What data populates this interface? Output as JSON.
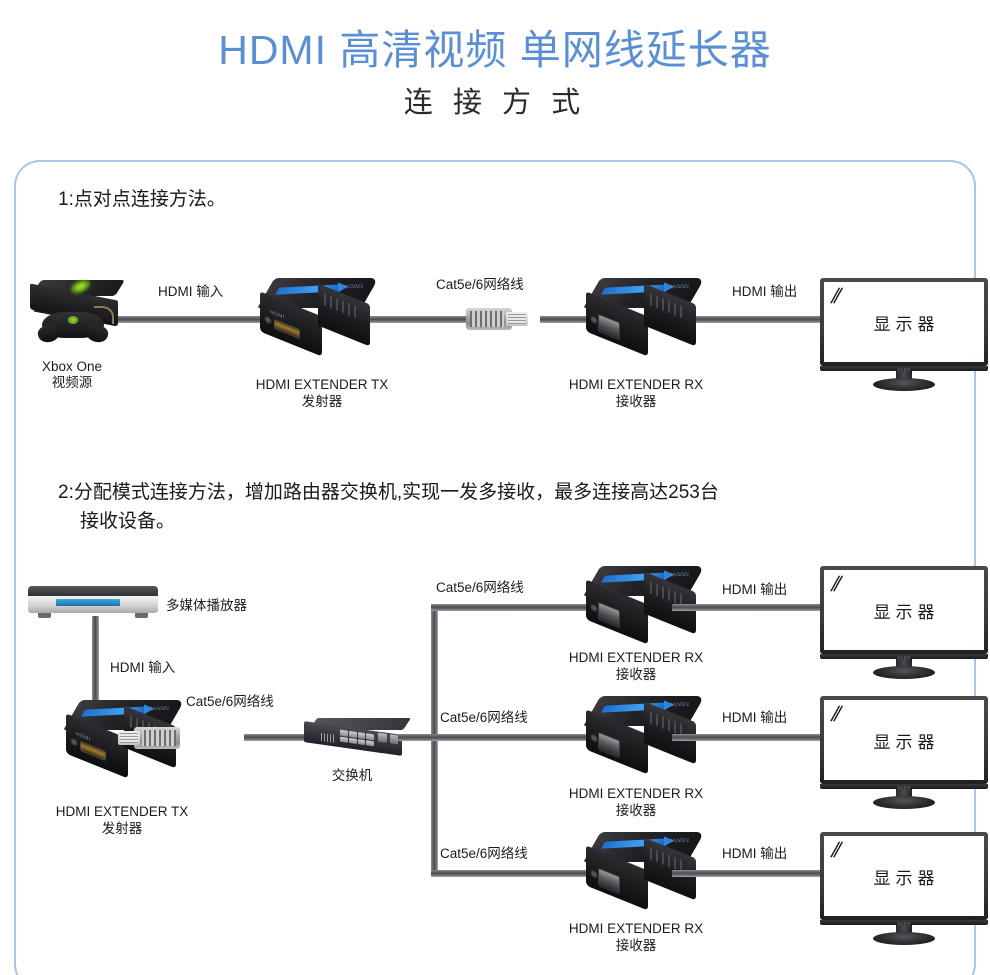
{
  "header": {
    "title_main": "HDMI 高清视频 单网线延长器",
    "title_sub": "连 接 方 式",
    "title_color": "#5b8fd4",
    "panel_border_color": "#a9c6ea"
  },
  "section1": {
    "heading": "1:点对点连接方法。",
    "source": {
      "name": "Xbox One",
      "role": "视频源"
    },
    "hdmi_in_label": "HDMI 输入",
    "tx": {
      "model": "HDMI EXTENDER TX",
      "role": "发射器"
    },
    "cable_label": "Cat5e/6网络线",
    "rx": {
      "model": "HDMI EXTENDER RX",
      "role": "接收器"
    },
    "hdmi_out_label": "HDMI 输出",
    "display_label": "显示器"
  },
  "section2": {
    "heading_line1": "2:分配模式连接方法，增加路由器交换机,实现一发多接收，最多连接高达253台",
    "heading_line2": "接收设备。",
    "max_receivers": "253",
    "source_label": "多媒体播放器",
    "hdmi_in_label": "HDMI 输入",
    "tx": {
      "model": "HDMI EXTENDER TX",
      "role": "发射器"
    },
    "cable_label_tx": "Cat5e/6网络线",
    "switch_label": "交换机",
    "branches": [
      {
        "cable_label": "Cat5e/6网络线",
        "rx_model": "HDMI EXTENDER RX",
        "rx_role": "接收器",
        "hdmi_out_label": "HDMI 输出",
        "display_label": "显示器"
      },
      {
        "cable_label": "Cat5e/6网络线",
        "rx_model": "HDMI EXTENDER RX",
        "rx_role": "接收器",
        "hdmi_out_label": "HDMI 输出",
        "display_label": "显示器"
      },
      {
        "cable_label": "Cat5e/6网络线",
        "rx_model": "HDMI EXTENDER RX",
        "rx_role": "接收器",
        "hdmi_out_label": "HDMI 输出",
        "display_label": "显示器"
      }
    ]
  }
}
